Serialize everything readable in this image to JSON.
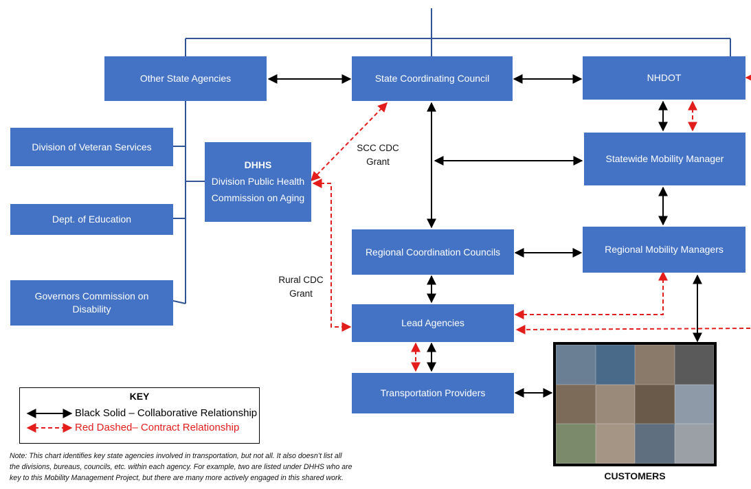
{
  "boxes": {
    "other_state_agencies": "Other State Agencies",
    "state_coordinating_council": "State Coordinating Council",
    "nhdot": "NHDOT",
    "division_veteran_services": "Division of Veteran Services",
    "dept_education": "Dept. of Education",
    "governors_commission_l1": "Governors Commission on",
    "governors_commission_l2": "Disability",
    "dhhs_title": "DHHS",
    "dhhs_line2": "Division Public Health",
    "dhhs_line3": "Commission on Aging",
    "statewide_mobility_manager": "Statewide Mobility Manager",
    "regional_coordination_councils": "Regional Coordination Councils",
    "regional_mobility_managers": "Regional Mobility Managers",
    "lead_agencies": "Lead Agencies",
    "transportation_providers": "Transportation Providers"
  },
  "labels": {
    "scc_cdc_l1": "SCC CDC",
    "scc_cdc_l2": "Grant",
    "rural_cdc_l1": "Rural CDC",
    "rural_cdc_l2": "Grant",
    "customers": "CUSTOMERS"
  },
  "key": {
    "title": "KEY",
    "black_solid": "Black Solid – Collaborative Relationship",
    "red_dashed": "Red Dashed– Contract Relationship"
  },
  "note": {
    "line1": "Note: This chart identifies key state agencies involved in transportation, but not all. It also doesn’t list all",
    "line2": "the divisions, bureaus, councils, etc. within each agency. For example, two are listed under DHHS who are",
    "line3": "key to this Mobility Management Project, but there are many more actively engaged in this shared work."
  },
  "colors": {
    "box_fill": "#4472c4",
    "collaborative": "#000000",
    "contract": "#e31c1c",
    "connector": "#2f5597"
  }
}
